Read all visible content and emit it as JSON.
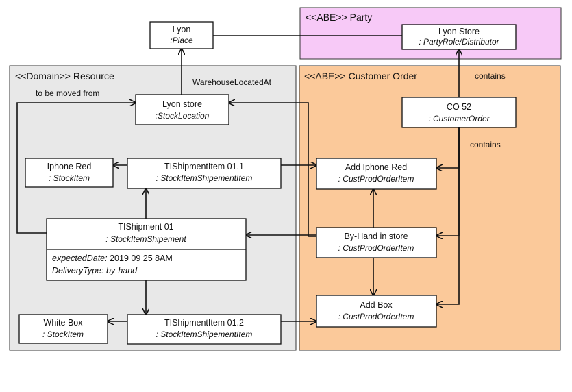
{
  "packages": {
    "party": {
      "title": "<<ABE>> Party",
      "color": "#f7c9f7"
    },
    "resource": {
      "title": "<<Domain>> Resource",
      "color": "#e8e8e8"
    },
    "customer_order": {
      "title": "<<ABE>> Customer Order",
      "color": "#fbc99a"
    }
  },
  "nodes": {
    "lyon_place": {
      "name": "Lyon",
      "type": ":Place"
    },
    "lyon_store_party": {
      "name": "Lyon Store",
      "type": ": PartyRole/Distributor"
    },
    "lyon_store_location": {
      "name": "Lyon store",
      "type": ":StockLocation"
    },
    "co52": {
      "name": "CO 52",
      "type": ": CustomerOrder"
    },
    "iphone_red": {
      "name": "Iphone Red",
      "type": ": StockItem"
    },
    "ti_item_011": {
      "name": "TIShipmentItem 01.1",
      "type": ": StockItemShipementItem"
    },
    "add_iphone_red": {
      "name": "Add Iphone Red",
      "type": ": CustProdOrderItem"
    },
    "ti_shipment_01": {
      "name": "TIShipment 01",
      "type": ": StockItemShipement",
      "attr1_key": "expectedDate:",
      "attr1_val": " 2019 09 25 8AM",
      "attr2_key": "DeliveryType:",
      "attr2_val": " by-hand"
    },
    "by_hand": {
      "name": "By-Hand in store",
      "type": ": CustProdOrderItem"
    },
    "add_box": {
      "name": "Add Box",
      "type": ": CustProdOrderItem"
    },
    "white_box": {
      "name": "White Box",
      "type": ": StockItem"
    },
    "ti_item_012": {
      "name": "TIShipmentItem 01.2",
      "type": ": StockItemShipementItem"
    }
  },
  "edge_labels": {
    "warehouse_located_at": "WarehouseLocatedAt",
    "to_be_moved_from": "to be moved from",
    "contains_top": "contains",
    "contains_mid": "contains"
  }
}
